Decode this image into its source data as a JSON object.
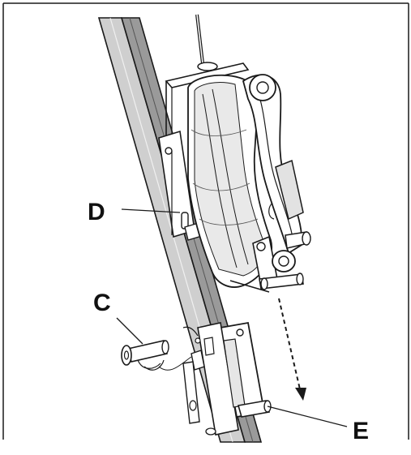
{
  "labels": {
    "D": "D",
    "C": "C",
    "E": "E"
  },
  "colors": {
    "line": "#1a1a1a",
    "rail_shade": "#8c8c8c",
    "rail_face": "#cfcfcf",
    "part_fill": "#ffffff",
    "part_shade": "#e6e6e6",
    "part_dark": "#b5b5b5"
  }
}
